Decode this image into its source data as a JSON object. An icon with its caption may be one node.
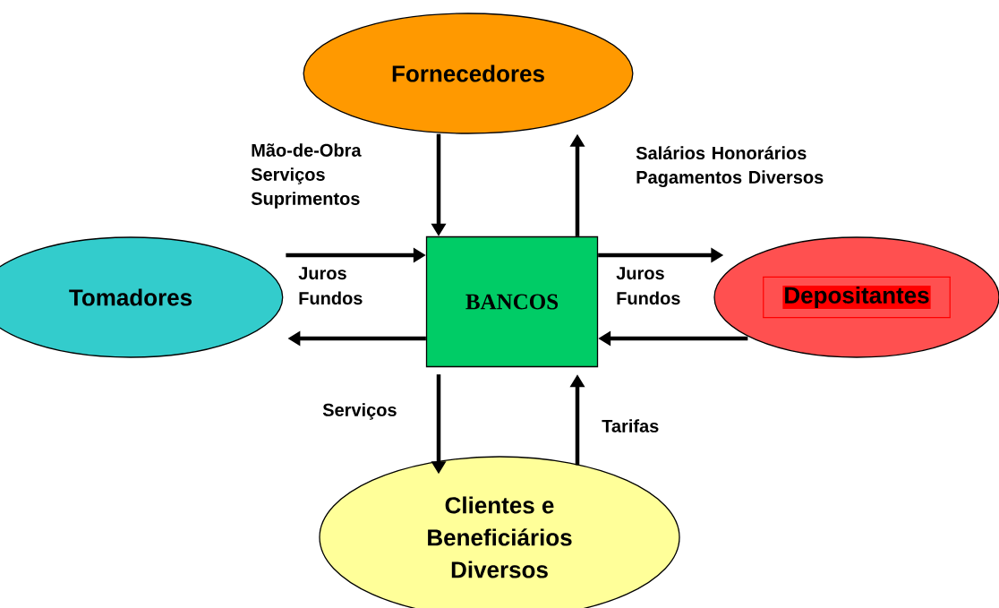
{
  "diagram": {
    "nodes": [
      {
        "text": [
          "Fornecedores"
        ]
      },
      {
        "text": [
          "Tomadores"
        ]
      },
      {
        "text": [
          "BANCOS"
        ]
      },
      {
        "text": [
          "Depositantes"
        ]
      },
      {
        "text": [
          "Clientes e Beneficiários Diversos"
        ]
      }
    ],
    "edges": [
      {
        "from": 0,
        "to": 2,
        "arrow": "to",
        "label": "Mão-de-Obra Serviços Suprimentos"
      },
      {
        "from": 2,
        "to": 0,
        "arrow": "to",
        "label": "Salários Honorários Pagamentos Diversos"
      },
      {
        "from": 1,
        "to": 2,
        "arrow": "to"
      },
      {
        "from": 2,
        "to": 1,
        "arrow": "to"
      },
      {
        "from": 2,
        "to": 3,
        "arrow": "to"
      },
      {
        "from": 3,
        "to": 2,
        "arrow": "to"
      },
      {
        "from": 2,
        "to": 4,
        "arrow": "to",
        "label": "Serviços"
      },
      {
        "from": 4,
        "to": 2,
        "arrow": "to",
        "label": "Tarifas"
      }
    ],
    "labels": [
      "Juros Fundos",
      "Juros Fundos"
    ]
  }
}
